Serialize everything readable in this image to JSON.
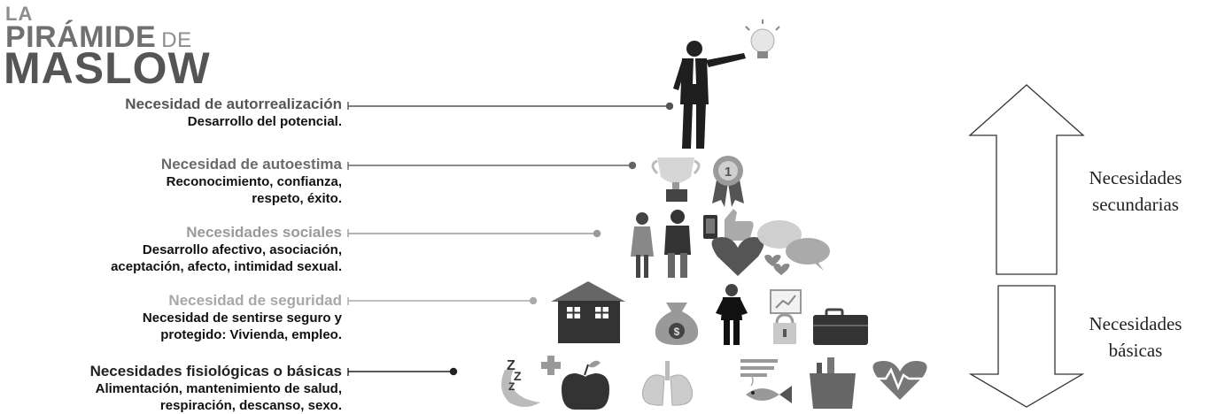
{
  "title": {
    "line1": "LA",
    "line2": "PIRÁMIDE",
    "line2_suffix": "DE",
    "line3": "MASLOW"
  },
  "levels": [
    {
      "heading": "Necesidad de autorrealización",
      "desc": [
        "Desarrollo del potencial."
      ],
      "heading_color": "#555555"
    },
    {
      "heading": "Necesidad de autoestima",
      "desc": [
        "Reconocimiento, confianza,",
        "respeto, éxito."
      ],
      "heading_color": "#6a6a6a"
    },
    {
      "heading": "Necesidades sociales",
      "desc": [
        "Desarrollo afectivo, asociación,",
        "aceptación, afecto, intimidad sexual."
      ],
      "heading_color": "#9a9a9a"
    },
    {
      "heading": "Necesidad de seguridad",
      "desc": [
        "Necesidad de sentirse seguro y",
        "protegido: Vivienda, empleo."
      ],
      "heading_color": "#a8a8a8"
    },
    {
      "heading": "Necesidades fisiológicas o básicas",
      "desc": [
        "Alimentación, mantenimiento de salud,",
        "respiración, descanso, sexo."
      ],
      "heading_color": "#222222"
    }
  ],
  "side_labels": {
    "secondary": [
      "Necesidades",
      "secundarias"
    ],
    "basic": [
      "Necesidades",
      "básicas"
    ]
  },
  "icons": {
    "tier1": [
      "businessman-icon",
      "lightbulb-icon"
    ],
    "tier2": [
      "trophy-icon",
      "medal-icon"
    ],
    "tier3": [
      "woman-icon",
      "man-icon",
      "phone-icon",
      "thumbs-up-icon",
      "heart-icon",
      "speech-bubbles-icon",
      "small-hearts-icon"
    ],
    "tier4": [
      "house-icon",
      "money-bag-icon",
      "worker-icon",
      "chart-board-icon",
      "padlock-icon",
      "briefcase-icon"
    ],
    "tier5": [
      "moon-sleep-icon",
      "medical-cross-icon",
      "apple-icon",
      "lungs-icon",
      "utensils-icon",
      "fish-icon",
      "grocery-bag-icon",
      "heartbeat-icon"
    ]
  }
}
